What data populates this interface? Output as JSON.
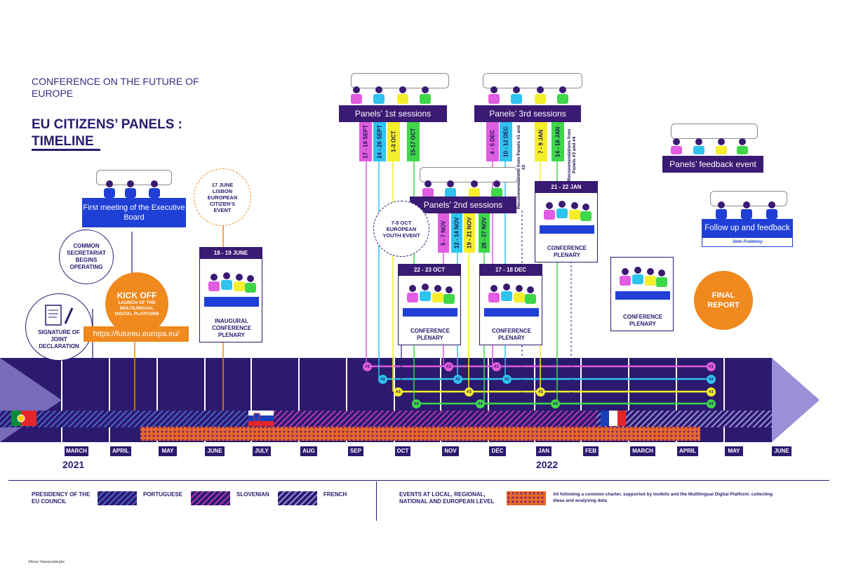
{
  "header": {
    "subtitle": "CONFERENCE ON THE FUTURE OF EUROPE",
    "title": "EU CITIZENS’ PANELS : TIMELINE"
  },
  "panels": {
    "first": "Panels’ 1st sessions",
    "second": "Panels’ 2nd sessions",
    "third": "Panels’ 3rd sessions",
    "feedback": "Panels’ feedback event",
    "followup": "Follow up and feedback",
    "followup_sub": "John Froidmoy"
  },
  "first_dates": [
    "17 - 19 SEPT",
    "24 - 26 SEPT",
    "1-3 OCT",
    "15-17 OCT"
  ],
  "second_dates": [
    "5 - 7 NOV",
    "12 - 14 NOV",
    "19 - 21 NOV",
    "26 - 27 NOV"
  ],
  "third_dates": [
    "4 - 5 DEC",
    "10 - 12 DEC",
    "7 - 9 JAN",
    "14 - 16 JAN"
  ],
  "recs": {
    "a": "Recommendations from Panels #1 and #2",
    "b": "Recommendations from Panels #3 and #4"
  },
  "events": {
    "exec_board": "First meeting of the Executive Board",
    "secretariat": "COMMON SECRETARIAT BEGINS OPERATING",
    "kickoff_title": "KICK OFF",
    "kickoff_sub": "LAUNCH OF THE MULTILINGUAL DIGITAL PLATFORM",
    "url": "https://futureu.europa.eu/",
    "signature": "SIGNATURE OF JOINT DECLARATION",
    "lisbon": "17 JUNE LISBON EUROPEAN CITIZEN’S EVENT",
    "youth": "7-8 OCT EUROPEAN YOUTH EVENT",
    "final": "FINAL REPORT"
  },
  "plenaries": [
    {
      "date": "18 - 19 JUNE",
      "label": "INAUGURAL CONFERENCE PLENARY"
    },
    {
      "date": "22 - 23 OCT",
      "label": "CONFERENCE PLENARY"
    },
    {
      "date": "17 - 18 DEC",
      "label": "CONFERENCE PLENARY"
    },
    {
      "date": "21 - 22 JAN",
      "label": "CONFERENCE PLENARY"
    },
    {
      "date": "",
      "label": "CONFERENCE PLENARY"
    }
  ],
  "panel_tags": [
    "#1",
    "#2",
    "#3",
    "#4"
  ],
  "months": [
    "MARCH",
    "APRIL",
    "MAY",
    "JUNE",
    "JULY",
    "AUG",
    "SEP",
    "OCT",
    "NOV",
    "DÉC",
    "JAN",
    "FEB",
    "MARCH",
    "APRIL",
    "MAY",
    "JUNE"
  ],
  "years": [
    "2021",
    "2022"
  ],
  "legend": {
    "presidency": "PRESIDENCY OF THE EU COUNCIL",
    "portuguese": "PORTUGUESE",
    "slovenian": "SLOVENIAN",
    "french": "FRENCH",
    "events": "EVENTS AT LOCAL, REGIONAL, NATIONAL AND EUROPEAN LEVEL",
    "events_desc": "All following a common charter, supported by toolkits and the Multilingual Digital Platform: collecting ideas and analysing data"
  },
  "credit": "©Anne Vanwynsberghe",
  "colors": {
    "p1": "#e05ce0",
    "p2": "#2ec4ef",
    "p3": "#f5ee2a",
    "p4": "#3fd64a",
    "navy": "#2b1a6e",
    "orange": "#f0891e",
    "blue": "#1f3fd6"
  }
}
